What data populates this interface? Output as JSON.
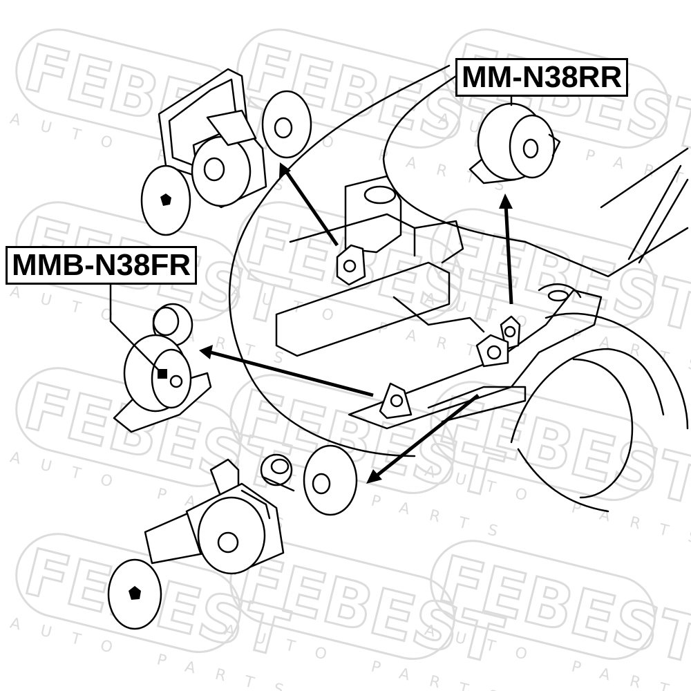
{
  "watermark": {
    "brand": "FEBEST",
    "tagline": "AUTO PARTS"
  },
  "labels": {
    "rear_mount": "MM-N38RR",
    "front_mount": "MMB-N38FR"
  },
  "colors": {
    "line": "#000000",
    "watermark": "#dcdcdc",
    "background": "#ffffff"
  }
}
